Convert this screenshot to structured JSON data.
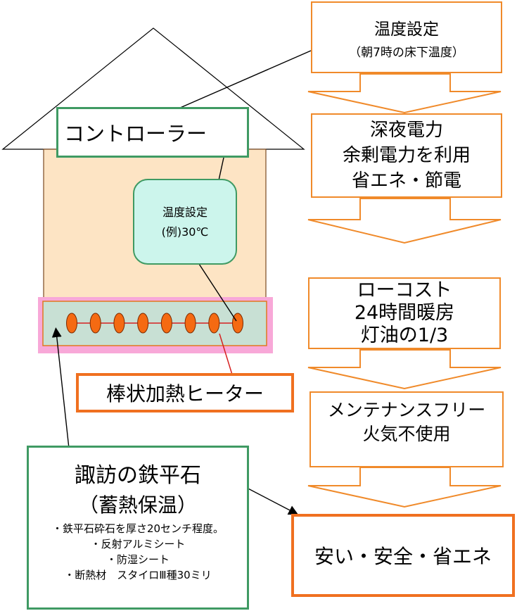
{
  "colors": {
    "house_wall": "#fde4c4",
    "roof_stroke": "#000000",
    "floor_fill": "#c8e0d4",
    "floor_border": "#f48ec8",
    "heater_dot": "#f56a12",
    "heater_line": "#d62020",
    "bubble_fill": "#ccf5ec",
    "bubble_border": "#3f9a63",
    "accent_orange": "#f07020",
    "accent_green": "#3f9a63"
  },
  "controller": {
    "label": "コントローラー"
  },
  "temp_bubble": {
    "line1": "温度設定",
    "line2": "(例)30℃"
  },
  "heater": {
    "label": "棒状加熱ヒーター",
    "element_count": 8
  },
  "stone": {
    "title": "諏訪の鉄平石",
    "subtitle": "（蓄熱保温）",
    "bullets": [
      "・鉄平石砕石を厚さ20センチ程度。",
      "・反射アルミシート",
      "・防湿シート",
      "・断熱材　スタイロⅢ種30ミリ"
    ]
  },
  "flow": [
    {
      "line1": "温度設定",
      "line2": "（朝7時の床下温度）"
    },
    {
      "line1": "深夜電力",
      "line2": "余剰電力を利用",
      "line3": "省エネ・節電"
    },
    {
      "line1": "ローコスト",
      "line2": "24時間暖房",
      "line3": "灯油の1/3"
    },
    {
      "line1": "メンテナンスフリー",
      "line2": "火気不使用"
    }
  ],
  "result": {
    "label": "安い・安全・省エネ"
  }
}
